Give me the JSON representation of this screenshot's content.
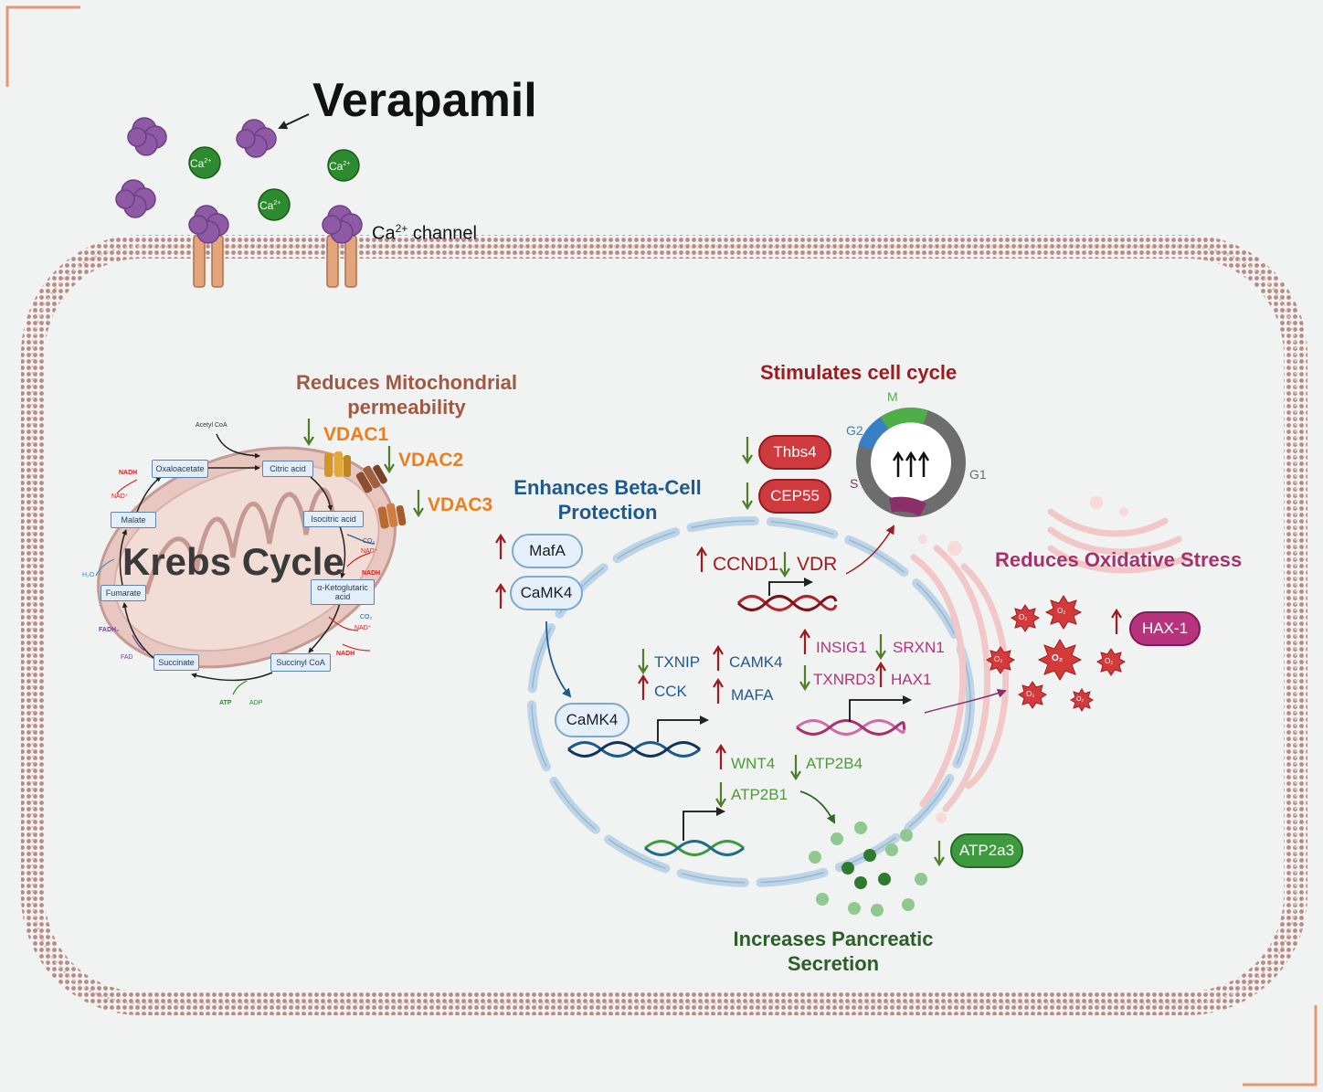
{
  "title": "Verapamil",
  "ca_ion": "Ca",
  "ca_ion_charge": "2+",
  "channel": {
    "prefix": "Ca",
    "charge": "2+",
    "suffix": " channel"
  },
  "mito": {
    "heading_line1": "Reduces Mitochondrial",
    "heading_line2": "permeability",
    "vdacs": [
      "VDAC1",
      "VDAC2",
      "VDAC3"
    ]
  },
  "krebs": {
    "label": "Krebs Cycle",
    "acetyl": "Acetyl CoA",
    "boxes": [
      "Citric acid",
      "Isocitric acid",
      "α-Ketoglutaric acid",
      "Succinyl CoA",
      "Succinate",
      "Fumarate",
      "Malate",
      "Oxaloacetate"
    ],
    "small": [
      "NADH",
      "NAD⁺",
      "CO₂",
      "NAD⁺",
      "NADH",
      "CO₂",
      "NAD⁺",
      "NADH",
      "ATP",
      "ADP",
      "FADH₂",
      "FAD",
      "H₂O"
    ]
  },
  "beta": {
    "heading_line1": "Enhances Beta-Cell",
    "heading_line2": "Protection",
    "pills": [
      "MafA",
      "CaMK4"
    ],
    "nuclear_camk4": "CaMK4",
    "genes": [
      "TXNIP",
      "CAMK4",
      "CCK",
      "MAFA"
    ]
  },
  "cell_cycle": {
    "heading": "Stimulates cell cycle",
    "pills": [
      "Thbs4",
      "CEP55"
    ],
    "genes": [
      "CCND1",
      "VDR"
    ],
    "phases": [
      "M",
      "G2",
      "S",
      "G1"
    ],
    "colors": {
      "M": "#4eaf49",
      "G2": "#3a7fc4",
      "S": "#8b2f6a",
      "G1": "#6d6d6d"
    }
  },
  "oxidative": {
    "heading": "Reduces Oxidative Stress",
    "genes": [
      "INSIG1",
      "SRXN1",
      "TXNRD3",
      "HAX1"
    ],
    "pill": "HAX-1",
    "ros_label": "O₂"
  },
  "secretion": {
    "heading_line1": "Increases Pancreatic",
    "heading_line2": "Secretion",
    "genes": [
      "WNT4",
      "ATP2B4",
      "ATP2B1"
    ],
    "pill": "ATP2a3"
  },
  "colors": {
    "up_arrow": "#9e1b20",
    "down_arrow": "#4f7f2a",
    "membrane": "#b98a85",
    "accent": "#ee7e1a"
  }
}
